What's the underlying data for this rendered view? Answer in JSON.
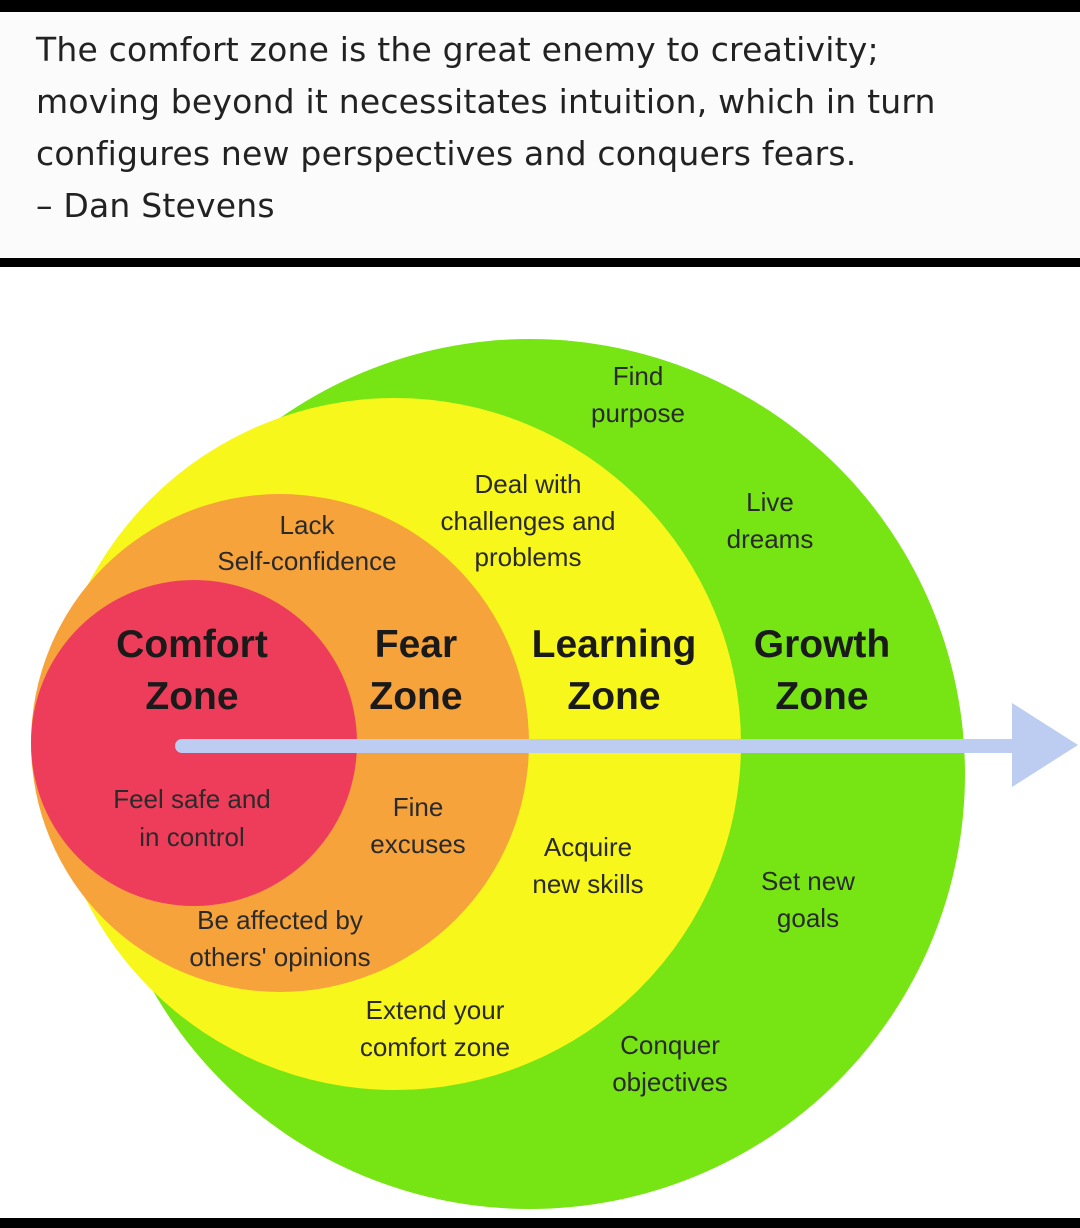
{
  "quote": {
    "lines": [
      "The comfort zone is the great enemy to creativity;",
      "moving beyond it necessitates intuition, which in turn",
      "configures new perspectives and conquers fears.",
      "– Dan Stevens"
    ]
  },
  "diagram": {
    "colors": {
      "growth": "#77e414",
      "learning": "#f8f71c",
      "fear": "#f7a33c",
      "comfort": "#ee3d5b",
      "arrow": "#bccdf1"
    },
    "zones": [
      {
        "id": "comfort",
        "line1": "Comfort",
        "line2": "Zone"
      },
      {
        "id": "fear",
        "line1": "Fear",
        "line2": "Zone"
      },
      {
        "id": "learning",
        "line1": "Learning",
        "line2": "Zone"
      },
      {
        "id": "growth",
        "line1": "Growth",
        "line2": "Zone"
      }
    ],
    "notes": {
      "find_purpose": [
        "Find",
        "purpose"
      ],
      "deal_with": [
        "Deal with",
        "challenges and",
        "problems"
      ],
      "lack_confidence": [
        "Lack",
        "Self-confidence"
      ],
      "live_dreams": [
        "Live",
        "dreams"
      ],
      "feel_safe": [
        "Feel safe and",
        "in control"
      ],
      "fine_excuses": [
        "Fine",
        "excuses"
      ],
      "acquire_skills": [
        "Acquire",
        "new skills"
      ],
      "set_goals": [
        "Set new",
        "goals"
      ],
      "affected_opinions": [
        "Be affected by",
        "others' opinions"
      ],
      "extend_comfort": [
        "Extend your",
        "comfort zone"
      ],
      "conquer_objectives": [
        "Conquer",
        "objectives"
      ]
    }
  }
}
